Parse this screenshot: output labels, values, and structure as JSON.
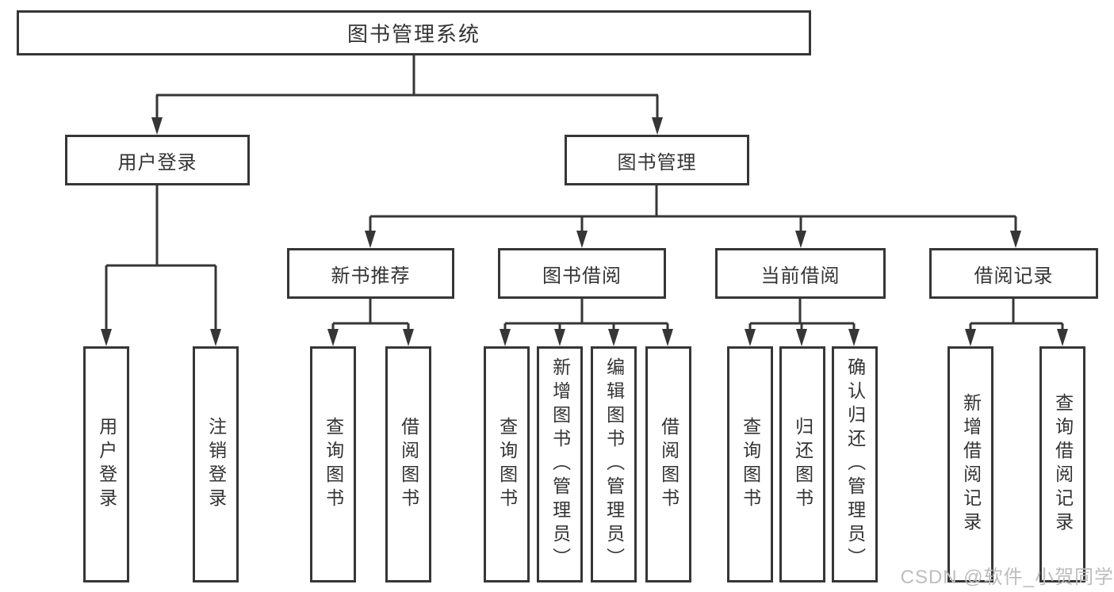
{
  "colors": {
    "line": "#363636",
    "box_border": "#363636",
    "text": "#333333",
    "watermark": "#bdbdbd",
    "background": "#ffffff"
  },
  "watermark": {
    "text": "CSDN @软件_小贺同学"
  },
  "tree": {
    "label": "图书管理系统",
    "children": [
      {
        "label": "用户登录",
        "children": [
          {
            "label": "用户登录"
          },
          {
            "label": "注销登录"
          }
        ]
      },
      {
        "label": "图书管理",
        "children": [
          {
            "label": "新书推荐",
            "children": [
              {
                "label": "查询图书"
              },
              {
                "label": "借阅图书"
              }
            ]
          },
          {
            "label": "图书借阅",
            "children": [
              {
                "label": "查询图书"
              },
              {
                "label": "新增图书（管理员）"
              },
              {
                "label": "编辑图书（管理员）"
              },
              {
                "label": "借阅图书"
              }
            ]
          },
          {
            "label": "当前借阅",
            "children": [
              {
                "label": "查询图书"
              },
              {
                "label": "归还图书"
              },
              {
                "label": "确认归还（管理员）"
              }
            ]
          },
          {
            "label": "借阅记录",
            "children": [
              {
                "label": "新增借阅记录"
              },
              {
                "label": "查询借阅记录"
              }
            ]
          }
        ]
      }
    ]
  }
}
